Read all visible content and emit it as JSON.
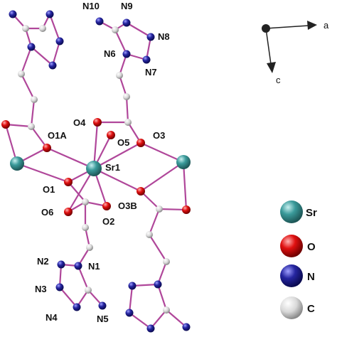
{
  "atom_labels": {
    "n10": "N10",
    "n9": "N9",
    "n8": "N8",
    "n6": "N6",
    "n7": "N7",
    "o4": "O4",
    "o5": "O5",
    "o3": "O3",
    "o1a": "O1A",
    "sr1": "Sr1",
    "o1": "O1",
    "o3b": "O3B",
    "o6": "O6",
    "o2": "O2",
    "n2": "N2",
    "n1": "N1",
    "n3": "N3",
    "n4": "N4",
    "n5": "N5"
  },
  "axes": {
    "a": "a",
    "c": "c"
  },
  "legend": [
    {
      "symbol": "Sr",
      "color": "#3a9a9a"
    },
    {
      "symbol": "O",
      "color": "#e01010"
    },
    {
      "symbol": "N",
      "color": "#2525a0"
    },
    {
      "symbol": "C",
      "color": "#d8d8d8"
    }
  ],
  "colors": {
    "bond": "#b0479a"
  }
}
